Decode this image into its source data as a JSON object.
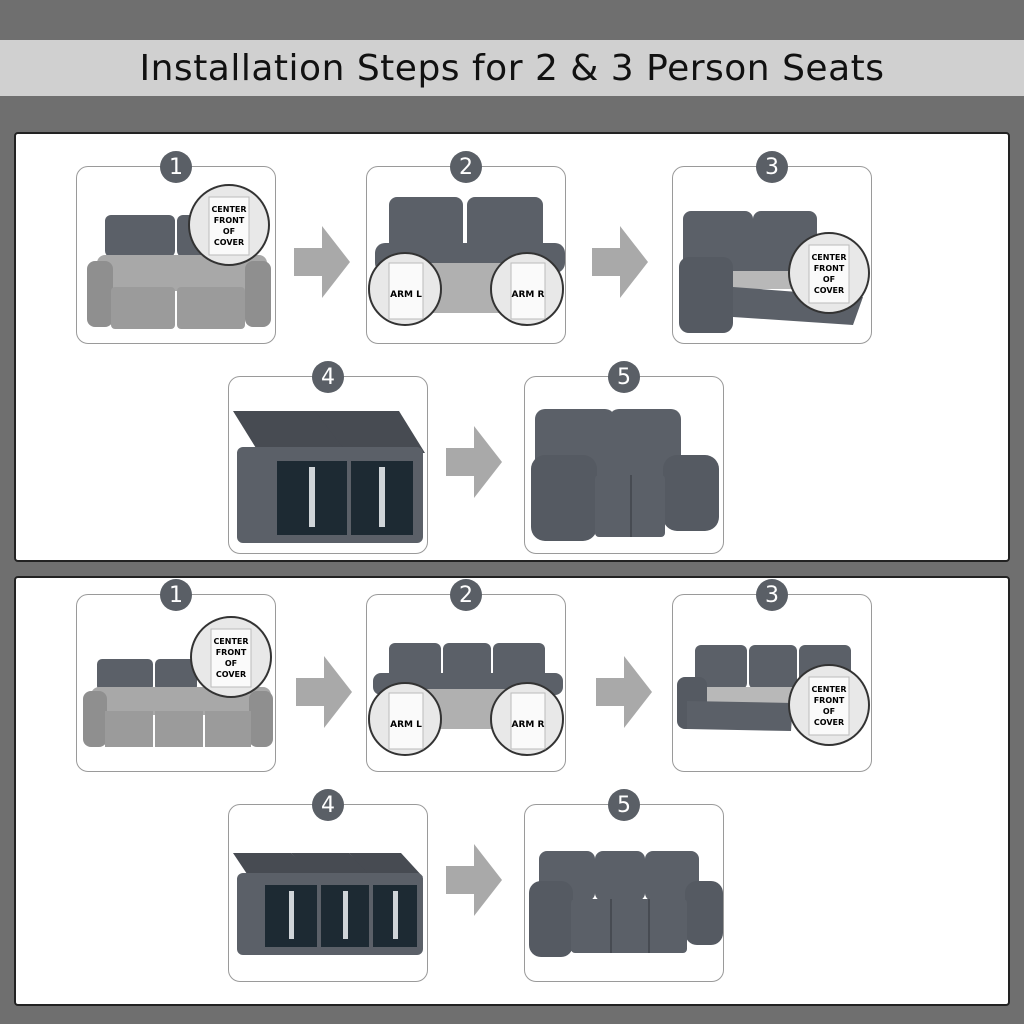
{
  "header": {
    "title": "Installation Steps for 2 & 3 Person Seats"
  },
  "labels": {
    "center_l1": "CENTER",
    "center_l2": "FRONT",
    "center_l3": "OF",
    "center_l4": "COVER",
    "arm_left": "ARM L",
    "arm_right": "ARM R"
  },
  "panels": [
    {
      "name": "two-seat",
      "steps": [
        {
          "number": "1"
        },
        {
          "number": "2"
        },
        {
          "number": "3"
        },
        {
          "number": "4"
        },
        {
          "number": "5"
        }
      ]
    },
    {
      "name": "three-seat",
      "steps": [
        {
          "number": "1"
        },
        {
          "number": "2"
        },
        {
          "number": "3"
        },
        {
          "number": "4"
        },
        {
          "number": "5"
        }
      ]
    }
  ],
  "colors": {
    "cover": "#5b6068",
    "cover_dark": "#474b52",
    "leather": "#9a9a9a",
    "arrow": "#a9a9a9",
    "badge": "#5a5f66"
  }
}
